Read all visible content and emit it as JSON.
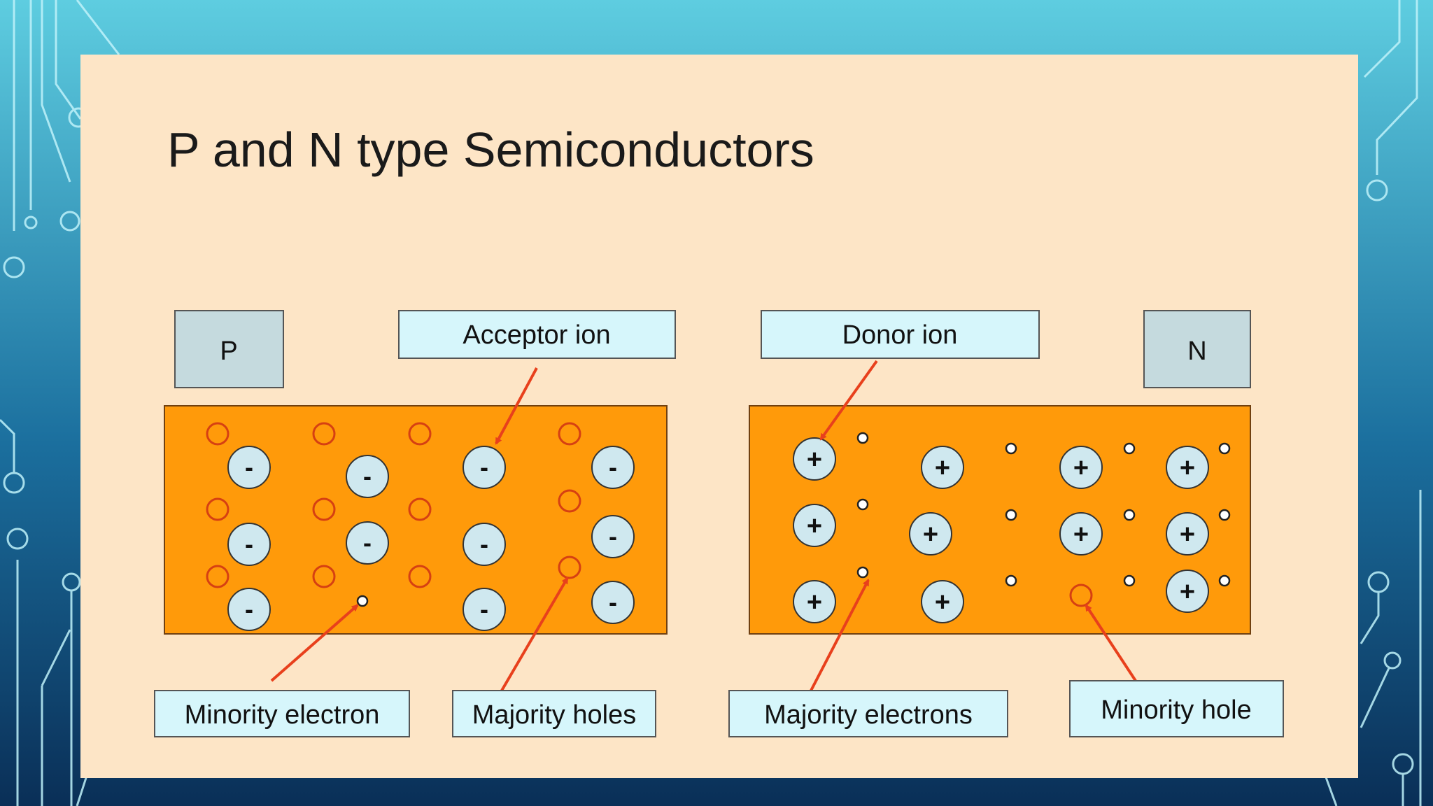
{
  "title": "P and N type Semiconductors",
  "labels": {
    "p": "P",
    "n": "N",
    "acceptor_ion": "Acceptor ion",
    "donor_ion": "Donor ion",
    "minority_electron": "Minority electron",
    "majority_holes": "Majority holes",
    "majority_electrons": "Majority electrons",
    "minority_hole": "Minority hole"
  },
  "symbols": {
    "negative": "-",
    "positive": "+"
  },
  "colors": {
    "slide": "#fde5c6",
    "crystal": "#ff9a0a",
    "label_box": "#d6f6fb",
    "type_box": "#c5dade",
    "ion": "#cfe8ef",
    "arrow": "#e8401c"
  }
}
